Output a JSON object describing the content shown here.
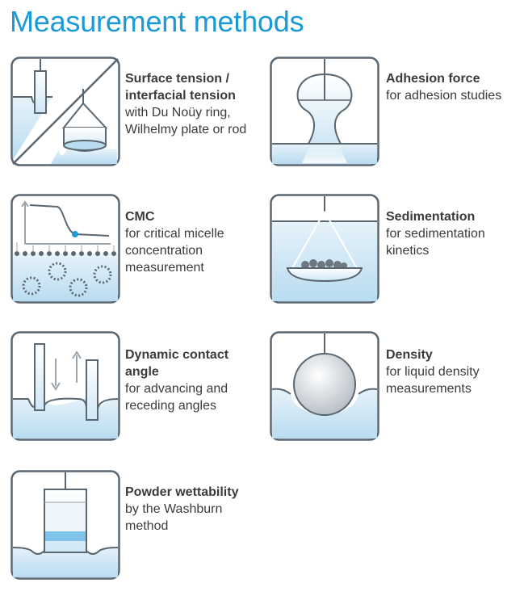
{
  "title": "Measurement methods",
  "methods": [
    {
      "name": "Surface tension / interfacial tension",
      "desc": "with Du Noüy ring, Wilhelmy plate or rod",
      "icon": "surface-tension-icon"
    },
    {
      "name": "Adhesion force",
      "desc": "for adhesion studies",
      "icon": "adhesion-force-icon"
    },
    {
      "name": "CMC",
      "desc": "for critical micelle concentration measurement",
      "icon": "cmc-icon"
    },
    {
      "name": "Sedimentation",
      "desc": "for sedimentation kinetics",
      "icon": "sedimentation-icon"
    },
    {
      "name": "Dynamic contact angle",
      "desc": "for advancing and receding angles",
      "icon": "dynamic-contact-angle-icon"
    },
    {
      "name": "Density",
      "desc": "for liquid density measurements",
      "icon": "density-icon"
    },
    {
      "name": "Powder wettability",
      "desc": "by the Washburn method",
      "icon": "powder-wettability-icon"
    }
  ],
  "colors": {
    "title": "#1a9ad6",
    "frame": "#5a6670",
    "liquid": "#c6e2f2",
    "text": "#3b3b3b"
  }
}
